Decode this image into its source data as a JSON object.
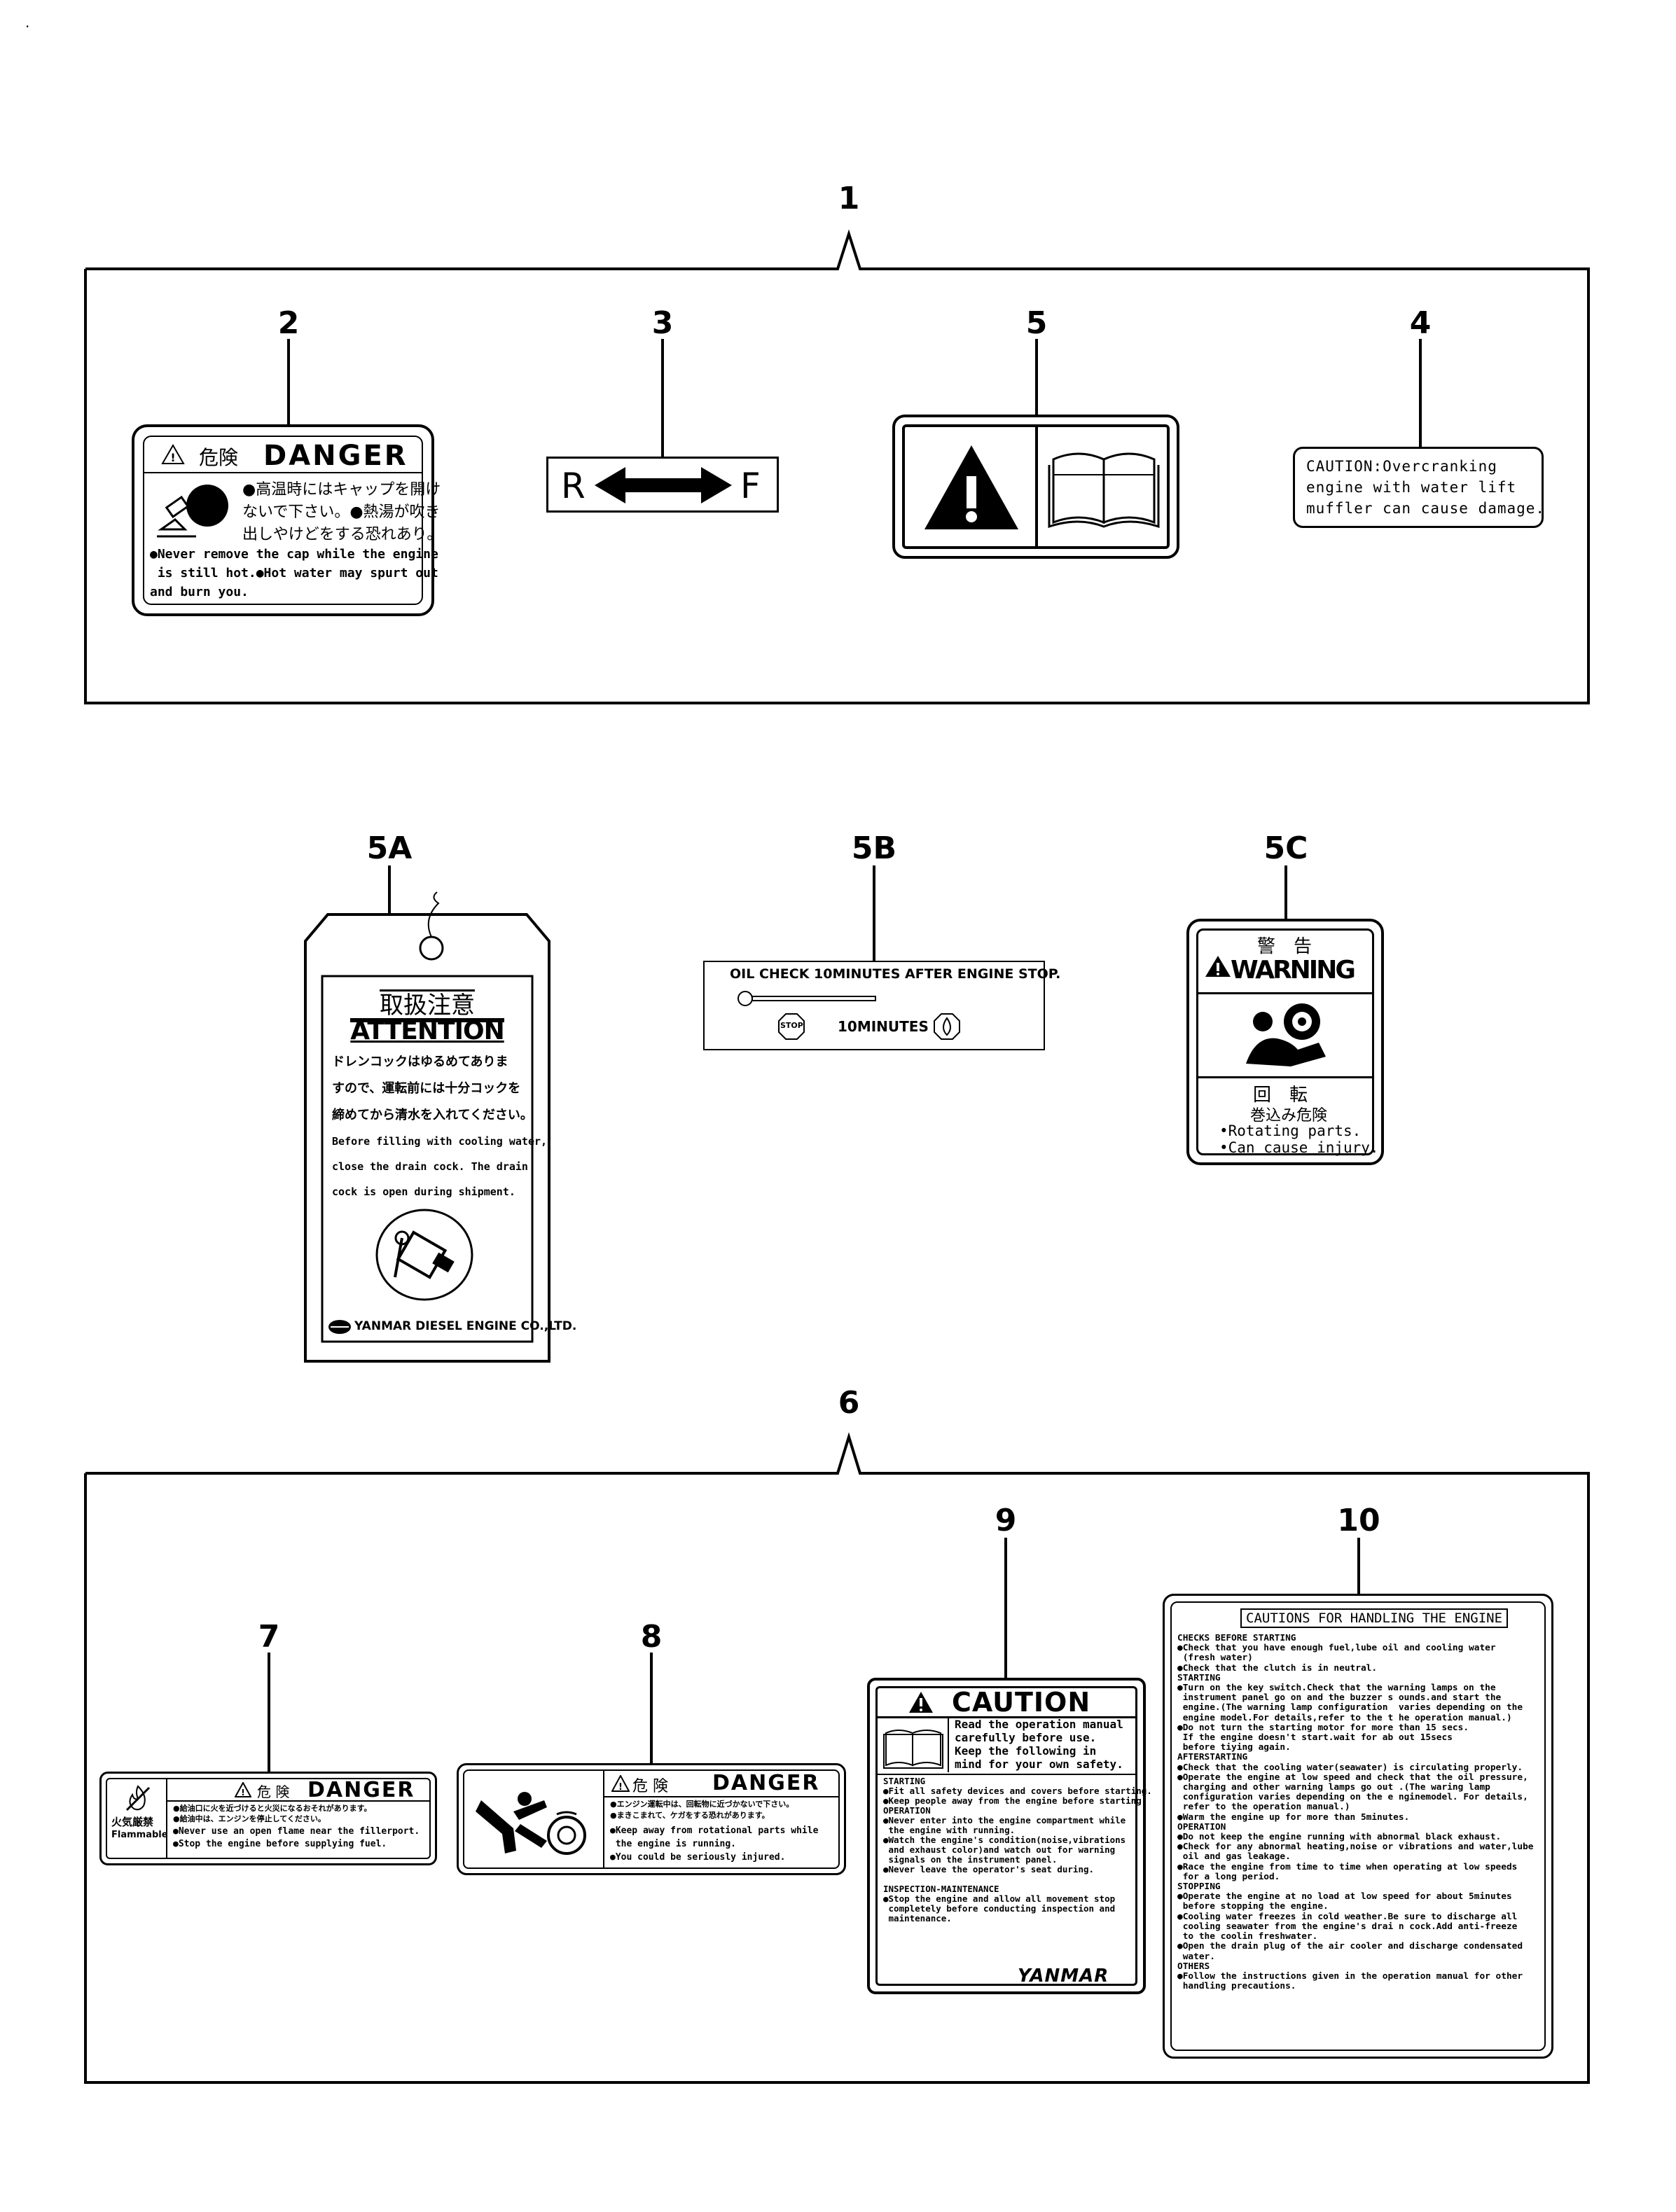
{
  "corner_mark": ".",
  "callouts": {
    "c1": "1",
    "c2": "2",
    "c3": "3",
    "c4": "4",
    "c5": "5",
    "c5a": "5A",
    "c5b": "5B",
    "c5c": "5C",
    "c6": "6",
    "c7": "7",
    "c8": "8",
    "c9": "9",
    "c10": "10"
  },
  "label2": {
    "header_jp": "危険",
    "header_en": "DANGER",
    "jp_text": "●高温時にはキャップを開け\nないで下さい。●熱湯が吹き\n出しやけどをする恐れあり。",
    "en_text": "●Never remove the cap while the engine\n is still hot.●Hot water may spurt out\nand burn you."
  },
  "label3": {
    "left": "R",
    "right": "F"
  },
  "label4": {
    "text": "CAUTION:Overcranking\nengine with water lift\nmuffler can cause damage."
  },
  "label5a": {
    "title_jp": "取扱注意",
    "title_en": "ATTENTION",
    "jp_text": "ドレンコックはゆるめてありま\nすので、運転前には十分コックを\n締めてから清水を入れてください。",
    "en_text": "Before filling with cooling water,\nclose the drain cock. The drain\ncock is open during shipment.",
    "brand": "YANMAR DIESEL ENGINE CO.,LTD."
  },
  "label5b": {
    "title": "OIL CHECK 10MINUTES AFTER ENGINE STOP.",
    "stop": "STOP",
    "time": "10MINUTES"
  },
  "label5c": {
    "header_jp": "警　告",
    "header_en": "WARNING",
    "sub_jp": "回　転",
    "sub_jp2": "巻込み危険",
    "en_text": "•Rotating parts.\n•Can cause injury."
  },
  "label7": {
    "header_jp": "危 険",
    "header_en": "DANGER",
    "icon_jp": "火気厳禁",
    "icon_en": "Flammable",
    "jp_text": "●給油口に火を近づけると火災になるおそれがあります。\n●給油中は、エンジンを停止してください。",
    "en_text": "●Never use an open flame near the fillerport.\n●Stop the engine before supplying fuel."
  },
  "label8": {
    "header_jp": "危 険",
    "header_en": "DANGER",
    "jp_text": "●エンジン運転中は、回転物に近づかないで下さい。\n●まきこまれて、ケガをする恐れがあります。",
    "en_text": "●Keep away from rotational parts while\n the engine is running.\n●You could be seriously injured."
  },
  "label9": {
    "header": "CAUTION",
    "intro": "Read the operation manual\ncarefully before use.\nKeep the following in\nmind for your own safety.",
    "body": "STARTING\n●Fit all safety devices and covers before starting.\n●Keep people away from the engine before starting.\nOPERATION\n●Never enter into the engine compartment while\n the engine with running.\n●Watch the engine's condition(noise,vibrations\n and exhaust color)and watch out for warning\n signals on the instrument panel.\n●Never leave the operator's seat during.\n\nINSPECTION-MAINTENANCE\n●Stop the engine and allow all movement stop\n completely before conducting inspection and\n maintenance.",
    "brand": "YANMAR"
  },
  "label10": {
    "title": "CAUTIONS FOR HANDLING THE ENGINE",
    "body": "CHECKS BEFORE STARTING\n●Check that you have enough fuel,lube oil and cooling water\n (fresh water)\n●Check that the clutch is in neutral.\nSTARTING\n●Turn on the key switch.Check that the warning lamps on the\n instrument panel go on and the buzzer s ounds.and start the\n engine.(The warning lamp configuration  varies depending on the\n engine model.For details,refer to the t he operation manual.)\n●Do not turn the starting motor for more than 15 secs.\n If the engine doesn't start.wait for ab out 15secs\n before tiying again.\nAFTERSTARTING\n●Check that the cooling water(seawater) is circulating properly.\n●Operate the engine at low speed and check that the oil pressure,\n charging and other warning lamps go out .(The waring lamp\n configuration varies depending on the e nginemodel. For details,\n refer to the operation manual.)\n●Warm the engine up for more than 5minutes.\nOPERATION\n●Do not keep the engine running with abnormal black exhaust.\n●Check for any abnormal heating,noise or vibrations and water,lube\n oil and gas leakage.\n●Race the engine from time to time when operating at low speeds\n for a long period.\nSTOPPING\n●Operate the engine at no load at low speed for about 5minutes\n before stopping the engine.\n●Cooling water freezes in cold weather.Be sure to discharge all\n cooling seawater from the engine's drai n cock.Add anti-freeze\n to the coolin freshwater.\n●Open the drain plug of the air cooler and discharge condensated\n water.\nOTHERS\n●Follow the instructions given in the operation manual for other\n handling precautions."
  }
}
